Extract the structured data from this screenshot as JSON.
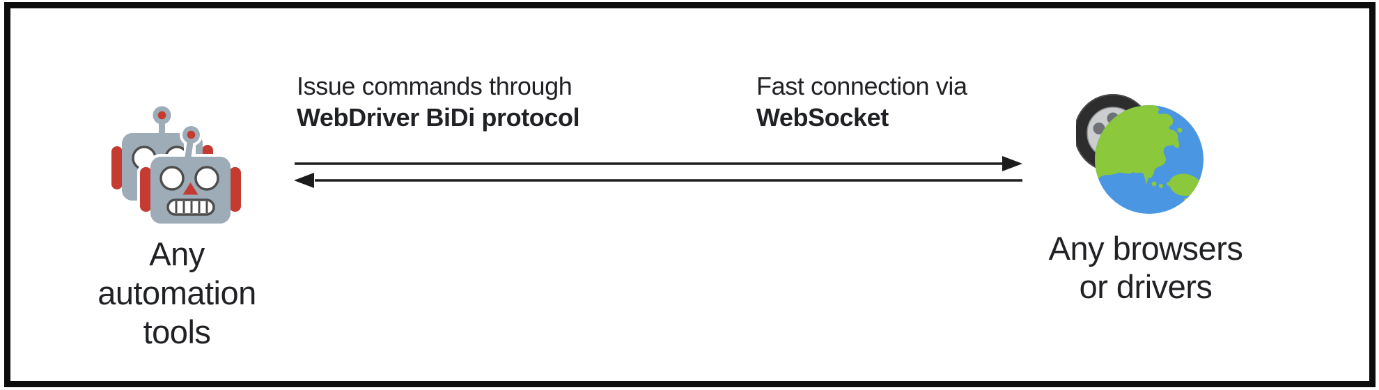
{
  "diagram": {
    "left_node": {
      "icon": "robots-icon",
      "label": {
        "line1": "Any",
        "line2": "automation",
        "line3": "tools"
      }
    },
    "right_node": {
      "icon": "wheel-globe-icon",
      "label": {
        "line1": "Any browsers",
        "line2": "or drivers"
      }
    },
    "forward_channel": {
      "description": "Issue commands through",
      "protocol": "WebDriver BiDi protocol",
      "direction": "left-to-right"
    },
    "return_channel": {
      "description": "Fast connection via",
      "protocol": "WebSocket",
      "direction": "right-to-left"
    }
  },
  "colors": {
    "text": "#202124",
    "arrow": "#1c1c1c",
    "frame": "#0d0d0d",
    "robot_gray": "#9dacb6",
    "robot_red": "#c53b31",
    "eye_outline": "#4d4d4d",
    "globe_ocean": "#4a96e2",
    "globe_land": "#8cc83c",
    "tire_dark": "#2d2d2d",
    "rim_silver": "#cbcdcf"
  }
}
